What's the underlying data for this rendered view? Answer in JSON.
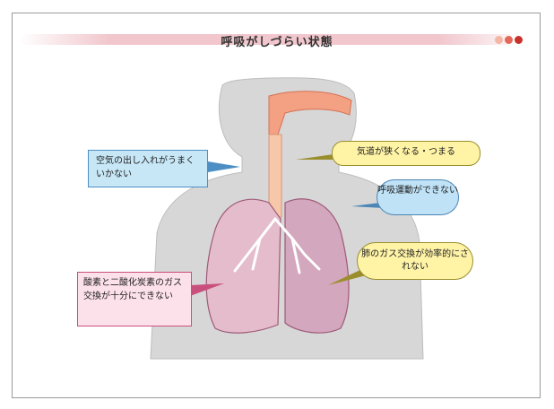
{
  "title": "呼吸がしづらい状態",
  "callouts": {
    "air_in_out": "空気の出し入れがうまくいかない",
    "airway": "気道が狭くなる・つまる",
    "breathing_movement": "呼吸運動ができない",
    "lung_gas_exchange": "肺のガス交換が効率的にされない",
    "oxygen_co2": "酸素と二酸化炭素のガス交換が十分にできない"
  },
  "icons": [
    "dot-light-icon",
    "dot-mid-icon",
    "dot-dark-icon"
  ]
}
